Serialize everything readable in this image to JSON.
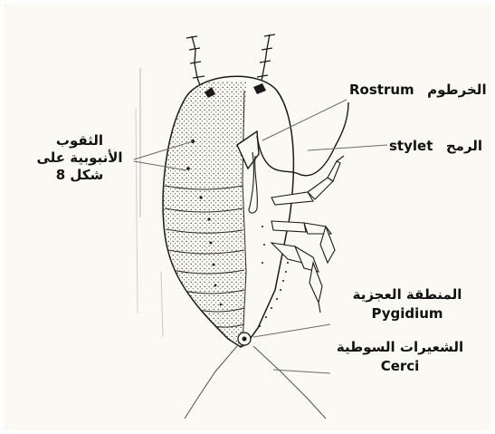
{
  "labels": {
    "rostrum": {
      "ar": "الخرطوم",
      "en": "Rostrum"
    },
    "stylet": {
      "ar": "الرمح",
      "en": "stylet"
    },
    "pores": {
      "line1": "الثقوب",
      "line2": "الأنبوبية على",
      "line3": "شكل 8"
    },
    "pygidium": {
      "ar": "المنطقة العجزية",
      "en": "Pygidium"
    },
    "cerci": {
      "ar": "الشعيرات السوطية",
      "en": "Cerci"
    }
  },
  "colors": {
    "background": "#fbf9f4",
    "ink": "#1a1a1a",
    "stipple": "#3a3a3a",
    "leader": "#6b6b6b"
  }
}
